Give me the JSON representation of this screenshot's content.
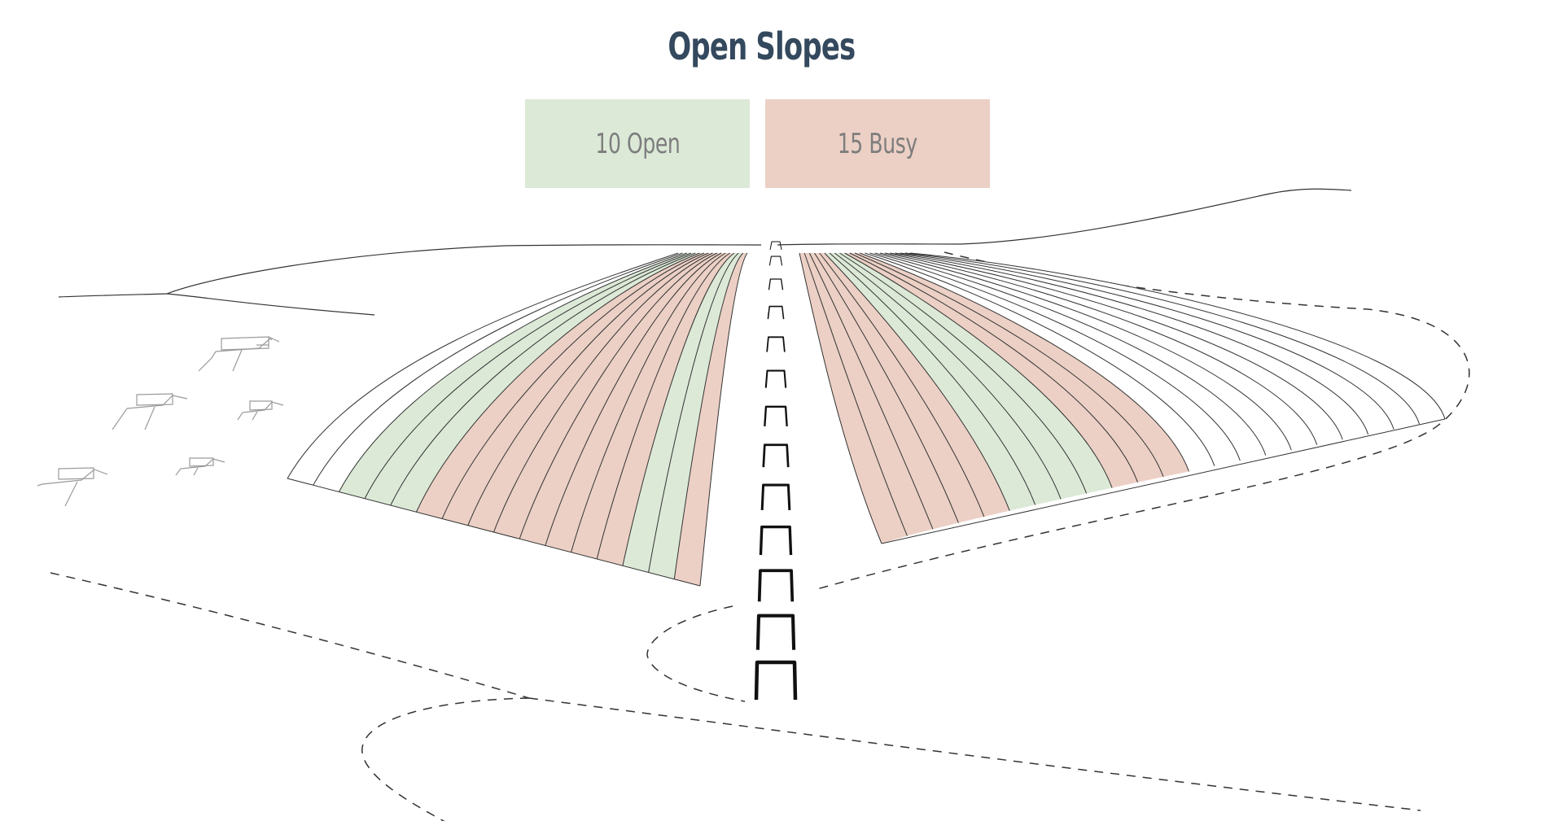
{
  "title": "Open Slopes",
  "title_color": "#34495e",
  "status": {
    "open_label": "10 Open",
    "busy_label": "15 Busy",
    "open_count": 10,
    "busy_count": 15
  },
  "colors": {
    "open": "#dce9d7",
    "busy": "#ecd0c5",
    "label_text": "#7d7d7d",
    "line": "#333333",
    "lift": "#111111"
  },
  "slopes": {
    "left": [
      "none",
      "none",
      "open",
      "open",
      "open",
      "busy",
      "busy",
      "busy",
      "busy",
      "busy",
      "busy",
      "busy",
      "busy",
      "open",
      "open",
      "busy"
    ],
    "right": [
      "busy",
      "busy",
      "busy",
      "busy",
      "busy",
      "open",
      "open",
      "open",
      "open",
      "busy",
      "busy",
      "busy",
      "none",
      "none",
      "none",
      "none",
      "none",
      "none",
      "none",
      "none",
      "none",
      "none"
    ]
  },
  "icons": {
    "lift": "ski-lift-tower-icon",
    "hut": "mountain-hut-icon"
  }
}
